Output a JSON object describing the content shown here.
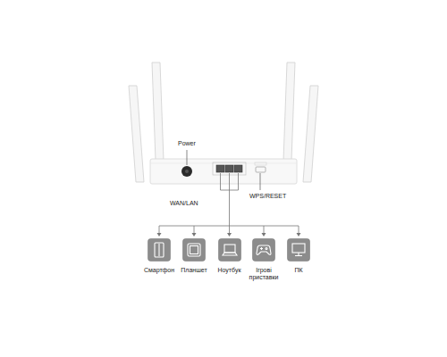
{
  "diagram": {
    "nodes": [
      {
        "text": [
          "Смартфон"
        ]
      },
      {
        "text": [
          "Планшет"
        ]
      },
      {
        "text": [
          "Ноутбук"
        ]
      },
      {
        "text": [
          "Ігрові приставки"
        ]
      },
      {
        "text": [
          "ПК"
        ]
      }
    ],
    "labels": [
      "Power",
      "WAN/LAN",
      "WPS/RESET"
    ]
  }
}
